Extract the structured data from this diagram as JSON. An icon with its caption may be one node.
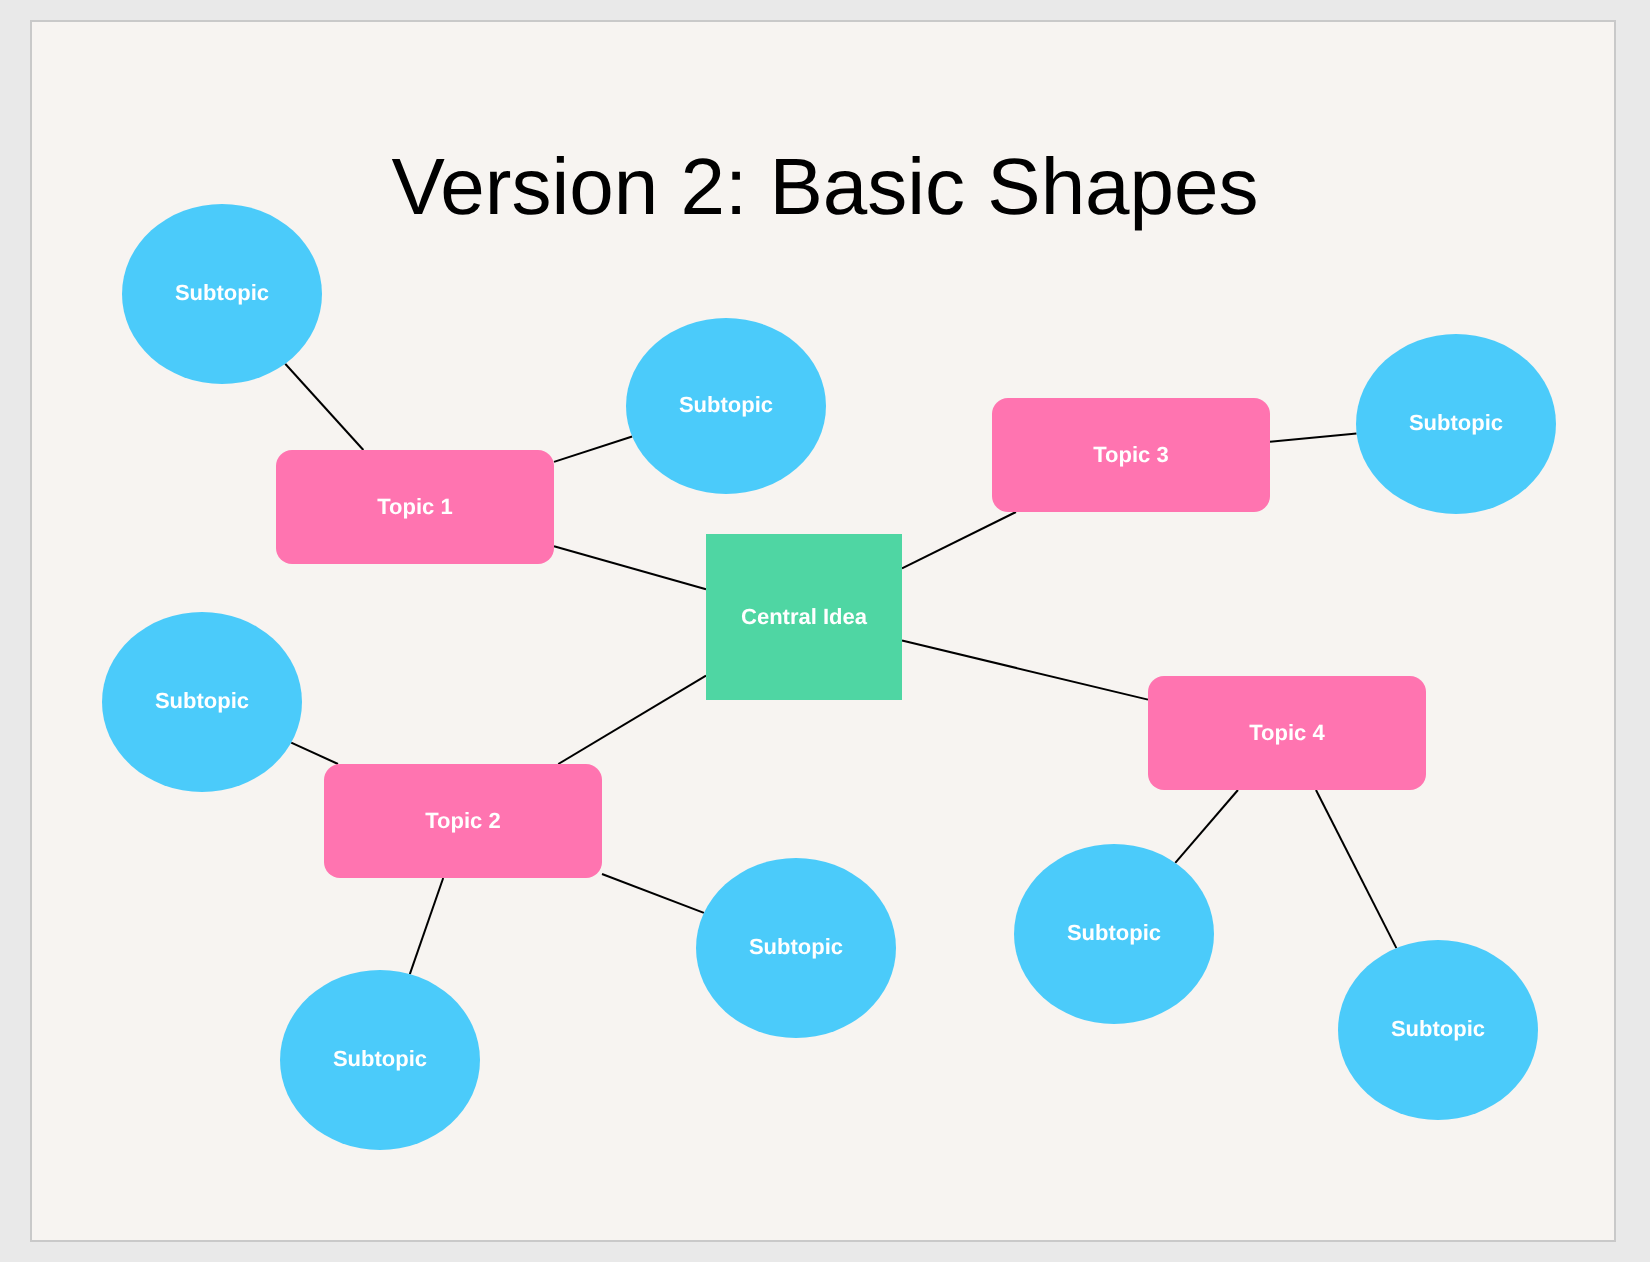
{
  "diagram": {
    "title": "Version 2: Basic Shapes",
    "nodes": [
      {
        "text": [
          "Central Idea"
        ]
      },
      {
        "text": [
          "Topic 1"
        ]
      },
      {
        "text": [
          "Subtopic"
        ]
      },
      {
        "text": [
          "Subtopic"
        ]
      },
      {
        "text": [
          "Topic 3"
        ]
      },
      {
        "text": [
          "Subtopic"
        ]
      },
      {
        "text": [
          "Subtopic"
        ]
      },
      {
        "text": [
          "Topic 2"
        ]
      },
      {
        "text": [
          "Topic 4"
        ]
      },
      {
        "text": [
          "Subtopic"
        ]
      },
      {
        "text": [
          "Subtopic"
        ]
      },
      {
        "text": [
          "Subtopic"
        ]
      },
      {
        "text": [
          "Subtopic"
        ]
      }
    ],
    "edges": [
      {
        "from": 0,
        "to": 1,
        "arrow": "none"
      },
      {
        "from": 1,
        "to": 2,
        "arrow": "none"
      },
      {
        "from": 1,
        "to": 3,
        "arrow": "none"
      },
      {
        "from": 0,
        "to": 4,
        "arrow": "none"
      },
      {
        "from": 4,
        "to": 5,
        "arrow": "none"
      },
      {
        "from": 0,
        "to": 7,
        "arrow": "none"
      },
      {
        "from": 7,
        "to": 6,
        "arrow": "none"
      },
      {
        "from": 7,
        "to": 9,
        "arrow": "none"
      },
      {
        "from": 7,
        "to": 11,
        "arrow": "none"
      },
      {
        "from": 0,
        "to": 8,
        "arrow": "none"
      },
      {
        "from": 8,
        "to": 10,
        "arrow": "none"
      },
      {
        "from": 8,
        "to": 12,
        "arrow": "none"
      }
    ]
  }
}
